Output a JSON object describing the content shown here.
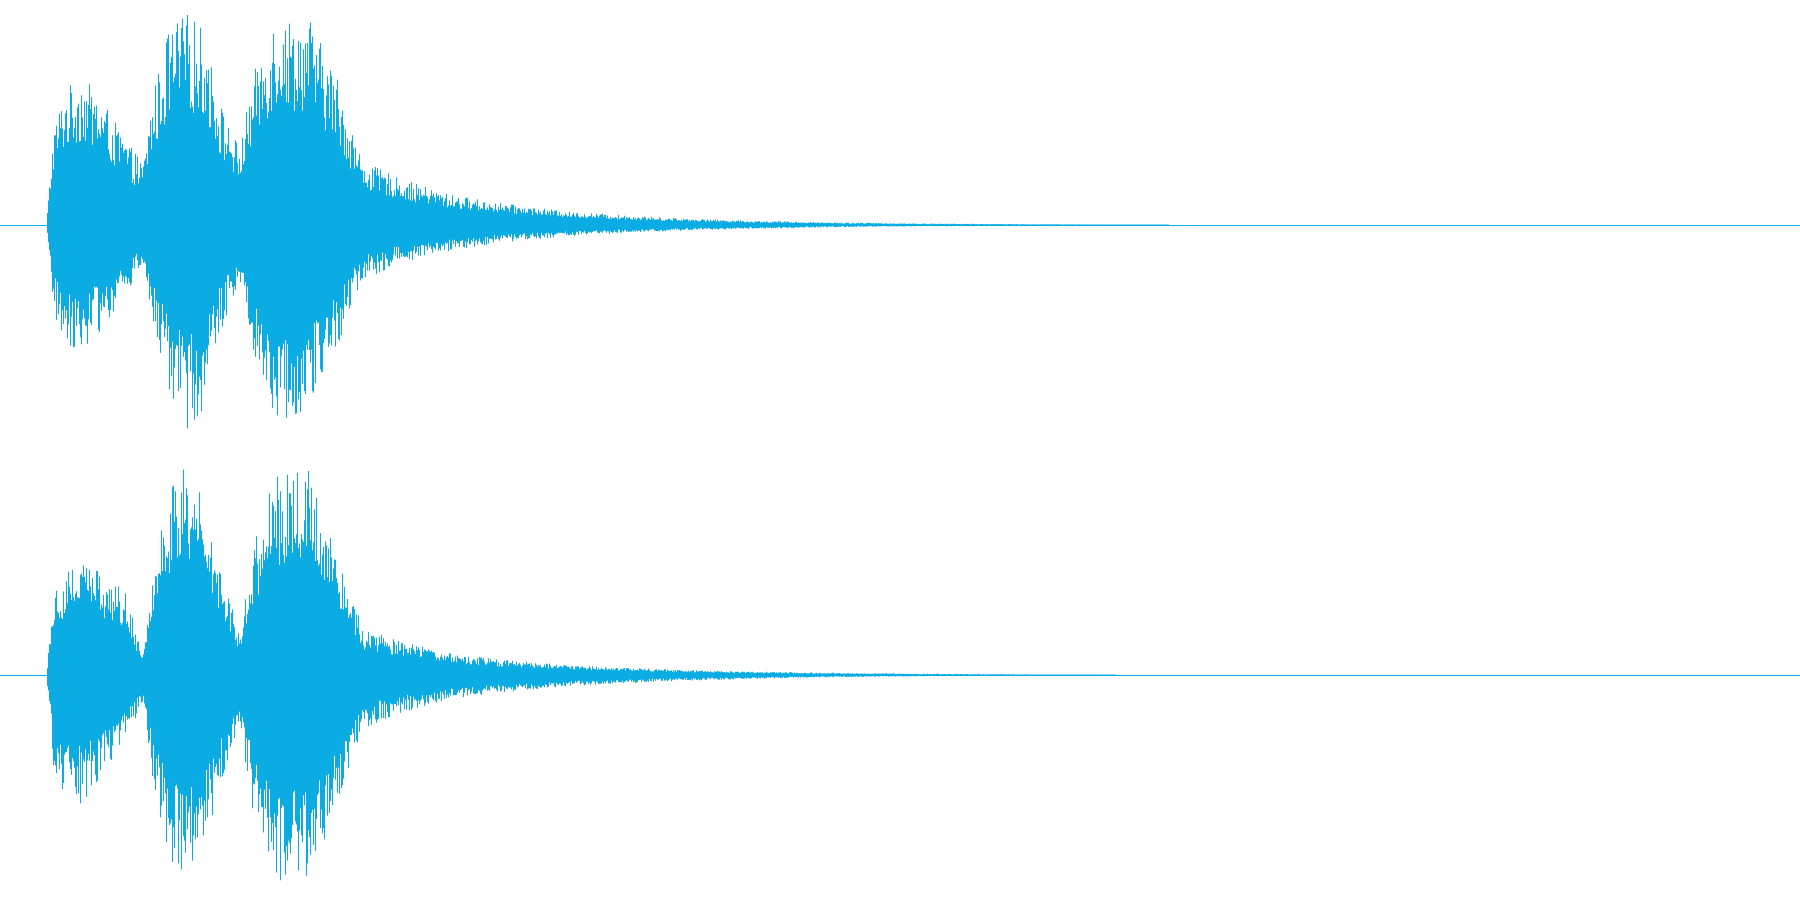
{
  "waveform": {
    "color": "#0aace3",
    "background": "#ffffff",
    "channels": [
      {
        "name": "",
        "envelope": [
          {
            "t": 0.0,
            "up": 0.0,
            "down": 0.0
          },
          {
            "t": 0.004,
            "up": 0.45,
            "down": 0.4
          },
          {
            "t": 0.01,
            "up": 0.62,
            "down": 0.55
          },
          {
            "t": 0.02,
            "up": 0.7,
            "down": 0.58
          },
          {
            "t": 0.03,
            "up": 0.6,
            "down": 0.5
          },
          {
            "t": 0.045,
            "up": 0.4,
            "down": 0.32
          },
          {
            "t": 0.055,
            "up": 0.28,
            "down": 0.18
          },
          {
            "t": 0.06,
            "up": 0.58,
            "down": 0.45
          },
          {
            "t": 0.07,
            "up": 0.9,
            "down": 0.8
          },
          {
            "t": 0.08,
            "up": 0.98,
            "down": 0.95
          },
          {
            "t": 0.09,
            "up": 0.9,
            "down": 0.85
          },
          {
            "t": 0.1,
            "up": 0.55,
            "down": 0.48
          },
          {
            "t": 0.11,
            "up": 0.35,
            "down": 0.25
          },
          {
            "t": 0.118,
            "up": 0.7,
            "down": 0.58
          },
          {
            "t": 0.13,
            "up": 0.98,
            "down": 0.92
          },
          {
            "t": 0.15,
            "up": 0.95,
            "down": 0.85
          },
          {
            "t": 0.165,
            "up": 0.7,
            "down": 0.58
          },
          {
            "t": 0.18,
            "up": 0.3,
            "down": 0.26
          },
          {
            "t": 0.2,
            "up": 0.22,
            "down": 0.18
          },
          {
            "t": 0.23,
            "up": 0.14,
            "down": 0.12
          },
          {
            "t": 0.26,
            "up": 0.1,
            "down": 0.08
          },
          {
            "t": 0.3,
            "up": 0.06,
            "down": 0.05
          },
          {
            "t": 0.35,
            "up": 0.035,
            "down": 0.03
          },
          {
            "t": 0.4,
            "up": 0.02,
            "down": 0.018
          },
          {
            "t": 0.45,
            "up": 0.012,
            "down": 0.01
          },
          {
            "t": 0.5,
            "up": 0.007,
            "down": 0.006
          },
          {
            "t": 0.56,
            "up": 0.004,
            "down": 0.004
          },
          {
            "t": 0.62,
            "up": 0.002,
            "down": 0.002
          },
          {
            "t": 0.64,
            "up": 0.0,
            "down": 0.0
          },
          {
            "t": 1.0,
            "up": 0.0,
            "down": 0.0
          }
        ]
      },
      {
        "name": "",
        "envelope": [
          {
            "t": 0.0,
            "up": 0.0,
            "down": 0.0
          },
          {
            "t": 0.004,
            "up": 0.4,
            "down": 0.42
          },
          {
            "t": 0.01,
            "up": 0.48,
            "down": 0.55
          },
          {
            "t": 0.02,
            "up": 0.55,
            "down": 0.6
          },
          {
            "t": 0.03,
            "up": 0.5,
            "down": 0.48
          },
          {
            "t": 0.045,
            "up": 0.38,
            "down": 0.3
          },
          {
            "t": 0.055,
            "up": 0.1,
            "down": 0.14
          },
          {
            "t": 0.06,
            "up": 0.45,
            "down": 0.5
          },
          {
            "t": 0.07,
            "up": 0.85,
            "down": 0.88
          },
          {
            "t": 0.08,
            "up": 0.98,
            "down": 0.98
          },
          {
            "t": 0.09,
            "up": 0.8,
            "down": 0.8
          },
          {
            "t": 0.1,
            "up": 0.5,
            "down": 0.48
          },
          {
            "t": 0.11,
            "up": 0.2,
            "down": 0.22
          },
          {
            "t": 0.118,
            "up": 0.6,
            "down": 0.65
          },
          {
            "t": 0.13,
            "up": 0.92,
            "down": 0.95
          },
          {
            "t": 0.15,
            "up": 0.95,
            "down": 0.98
          },
          {
            "t": 0.165,
            "up": 0.62,
            "down": 0.6
          },
          {
            "t": 0.18,
            "up": 0.22,
            "down": 0.25
          },
          {
            "t": 0.2,
            "up": 0.16,
            "down": 0.18
          },
          {
            "t": 0.23,
            "up": 0.1,
            "down": 0.11
          },
          {
            "t": 0.26,
            "up": 0.07,
            "down": 0.08
          },
          {
            "t": 0.3,
            "up": 0.045,
            "down": 0.05
          },
          {
            "t": 0.35,
            "up": 0.028,
            "down": 0.03
          },
          {
            "t": 0.4,
            "up": 0.016,
            "down": 0.018
          },
          {
            "t": 0.45,
            "up": 0.01,
            "down": 0.01
          },
          {
            "t": 0.5,
            "up": 0.006,
            "down": 0.006
          },
          {
            "t": 0.56,
            "up": 0.003,
            "down": 0.003
          },
          {
            "t": 0.61,
            "up": 0.0,
            "down": 0.0
          },
          {
            "t": 1.0,
            "up": 0.0,
            "down": 0.0
          }
        ]
      }
    ]
  }
}
